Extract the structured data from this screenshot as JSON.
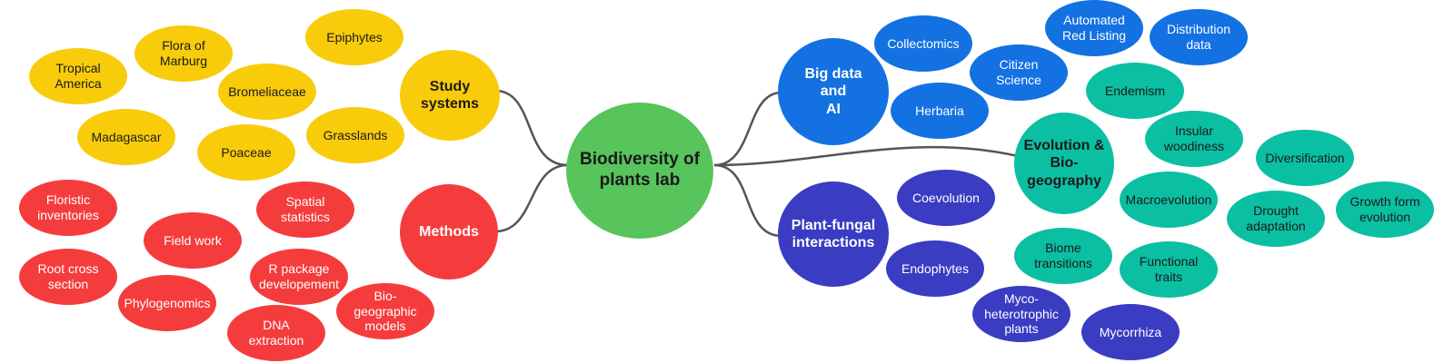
{
  "colors": {
    "yellow": "#f9cc0b",
    "red": "#f53c3c",
    "green": "#57c45c",
    "blue": "#1371e2",
    "teal": "#0bbfa3",
    "indigo": "#3a3cc2",
    "line": "#555555"
  },
  "center": {
    "label": "Biodiversity of\nplants lab"
  },
  "hubs": {
    "study_systems": "Study\nsystems",
    "methods": "Methods",
    "big_data": "Big data\nand\nAI",
    "plant_fungal": "Plant-fungal\ninteractions",
    "evolution": "Evolution &\nBio-\ngeography"
  },
  "study_systems": {
    "tropical_america": "Tropical\nAmerica",
    "flora_marburg": "Flora of\nMarburg",
    "epiphytes": "Epiphytes",
    "bromeliaceae": "Bromeliaceae",
    "madagascar": "Madagascar",
    "poaceae": "Poaceae",
    "grasslands": "Grasslands"
  },
  "methods": {
    "floristic": "Floristic\ninventories",
    "spatial": "Spatial\nstatistics",
    "field_work": "Field work",
    "root_cross": "Root cross\nsection",
    "r_package": "R package\ndevelopement",
    "phylogenomics": "Phylogenomics",
    "biogeo_models": "Bio-\ngeographic\nmodels",
    "dna": "DNA\nextraction"
  },
  "big_data": {
    "collectomics": "Collectomics",
    "automated": "Automated\nRed Listing",
    "distribution": "Distribution\ndata",
    "citizen": "Citizen\nScience",
    "herbaria": "Herbaria"
  },
  "evolution": {
    "endemism": "Endemism",
    "insular": "Insular\nwoodiness",
    "diversification": "Diversification",
    "macroevolution": "Macroevolution",
    "drought": "Drought\nadaptation",
    "growth_form": "Growth form\nevolution",
    "biome": "Biome\ntransitions",
    "functional": "Functional\ntraits"
  },
  "plant_fungal": {
    "coevolution": "Coevolution",
    "endophytes": "Endophytes",
    "myco": "Myco-\nheterotrophic\nplants",
    "mycorrhiza": "Mycorrhiza"
  }
}
